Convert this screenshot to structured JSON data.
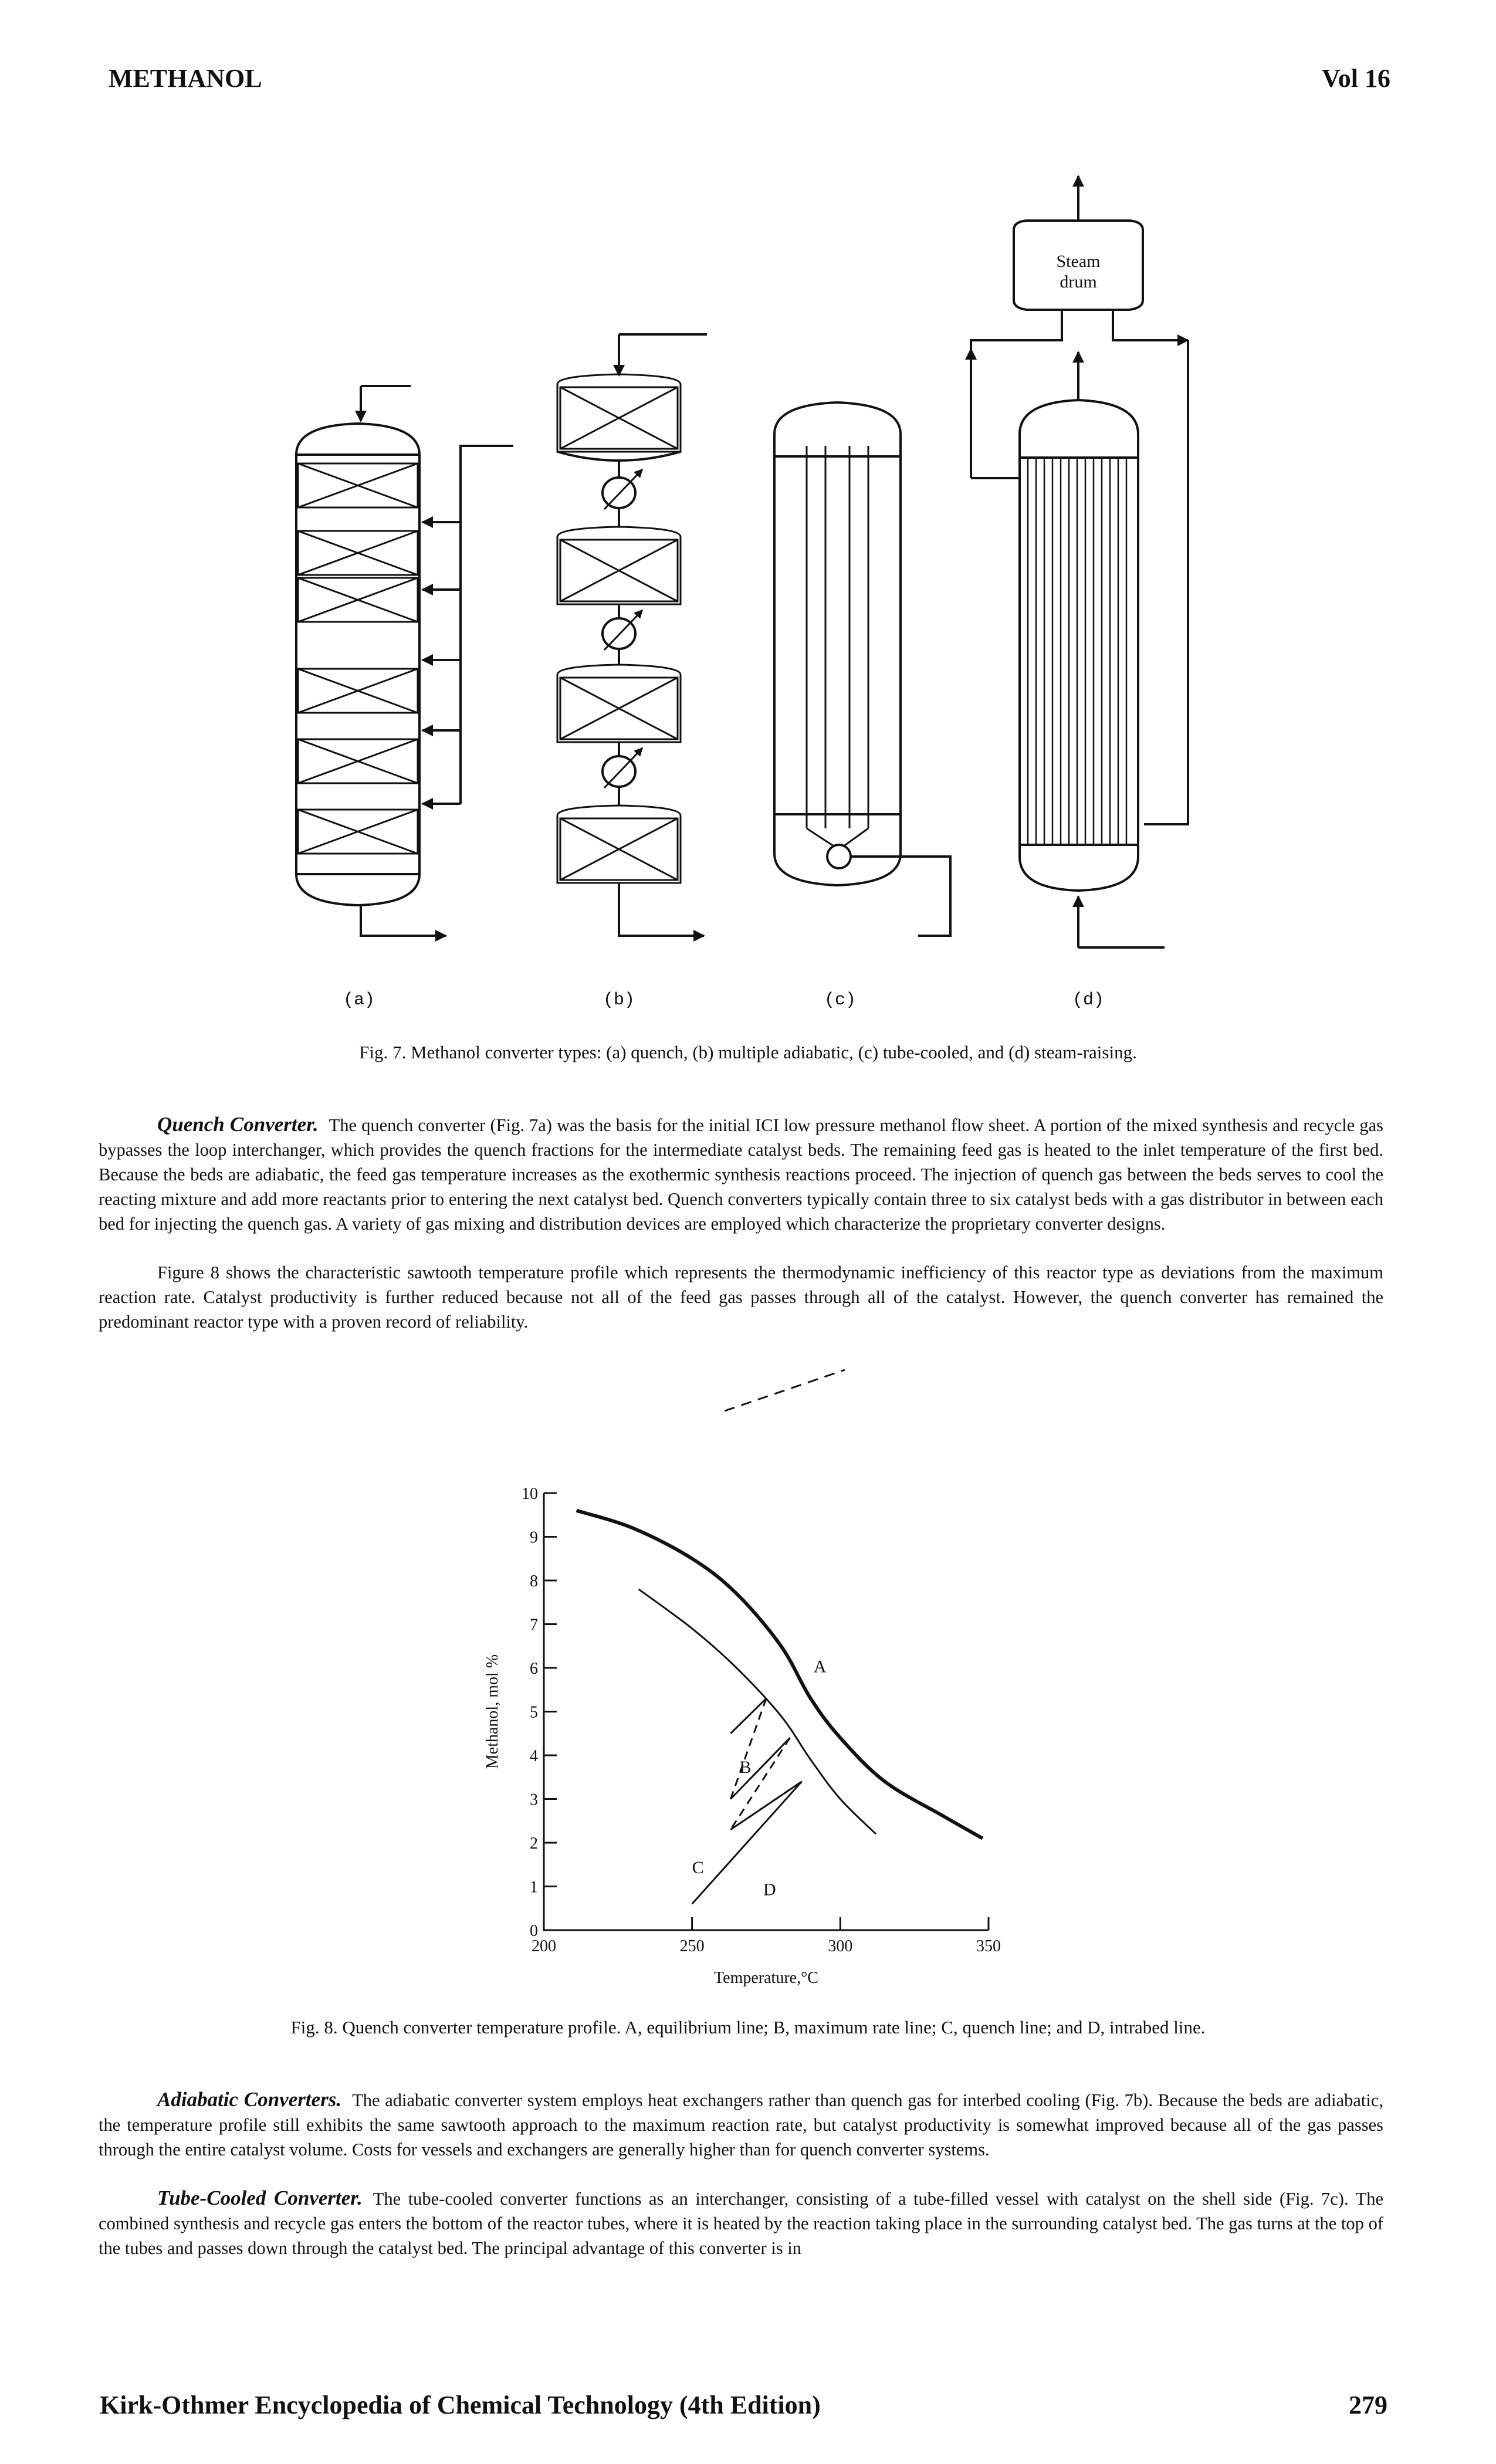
{
  "header": {
    "left": "METHANOL",
    "right": "Vol 16"
  },
  "figure7": {
    "labels": [
      "(a)",
      "(b)",
      "(c)",
      "(d)"
    ],
    "steam_drum": [
      "Steam",
      "drum"
    ],
    "caption": "Fig. 7. Methanol converter types: (a) quench, (b) multiple adiabatic, (c) tube-cooled, and (d) steam-raising."
  },
  "quench": {
    "runin": "Quench Converter.",
    "p1": "The quench converter (Fig. 7a) was the basis for the initial ICI low pressure methanol flow sheet. A portion of the mixed synthesis and recycle gas bypasses the loop interchanger, which provides the quench fractions for the intermediate catalyst beds. The remaining feed gas is heated to the inlet temperature of the first bed. Because the beds are adiabatic, the feed gas temperature increases as the exothermic synthesis reactions proceed. The injection of quench gas between the beds serves to cool the reacting mixture and add more reactants prior to entering the next catalyst bed. Quench converters typically contain three to six catalyst beds with a gas distributor in between each bed for injecting the quench gas. A variety of gas mixing and distribution devices are employed which characterize the proprietary converter designs.",
    "p2": "Figure 8 shows the characteristic sawtooth temperature profile which represents the thermodynamic inefficiency of this reactor type as deviations from the maximum reaction rate. Catalyst productivity is further reduced because not all of the feed gas passes through all of the catalyst. However, the quench converter has remained the predominant reactor type with a proven record of reliability."
  },
  "chart_data": {
    "type": "line",
    "xlabel": "Temperature,°C",
    "ylabel": "Methanol, mol %",
    "xlim": [
      200,
      350
    ],
    "ylim": [
      0,
      10
    ],
    "x_ticks": [
      200,
      250,
      300,
      350
    ],
    "y_ticks": [
      0,
      1,
      2,
      3,
      4,
      5,
      6,
      7,
      8,
      9,
      10
    ],
    "series": [
      {
        "name": "A",
        "x": [
          211,
          230,
          250,
          265,
          280,
          290,
          300,
          315,
          335,
          348
        ],
        "y": [
          9.6,
          9.2,
          8.5,
          7.7,
          6.5,
          5.3,
          4.4,
          3.4,
          2.6,
          2.1
        ]
      },
      {
        "name": "B",
        "x": [
          232,
          250,
          265,
          280,
          290,
          300,
          312
        ],
        "y": [
          7.8,
          6.9,
          6.0,
          4.9,
          3.9,
          3.0,
          2.2
        ]
      },
      {
        "name": "C",
        "x": [
          263,
          275,
          263,
          283,
          263,
          287
        ],
        "y": [
          4.5,
          5.3,
          3.0,
          4.4,
          2.3,
          3.4
        ]
      },
      {
        "name": "D",
        "x": [
          250,
          287
        ],
        "y": [
          0.6,
          3.4
        ]
      }
    ],
    "annotations": [
      "A",
      "B",
      "C",
      "D"
    ],
    "caption": "Fig. 8. Quench converter temperature profile. A, equilibrium line; B, maximum rate line; C, quench line; and D, intrabed line."
  },
  "adiabatic": {
    "runin": "Adiabatic Converters.",
    "text": "The adiabatic converter system employs heat exchangers rather than quench gas for interbed cooling (Fig. 7b). Because the beds are adiabatic, the temperature profile still exhibits the same sawtooth approach to the maximum reaction rate, but catalyst productivity is somewhat improved because all of the gas passes through the entire catalyst volume. Costs for vessels and exchangers are generally higher than for quench converter systems."
  },
  "tubecooled": {
    "runin": "Tube-Cooled Converter.",
    "text": "The tube-cooled converter functions as an interchanger, consisting of a tube-filled vessel with catalyst on the shell side (Fig. 7c). The combined synthesis and recycle gas enters the bottom of the reactor tubes, where it is heated by the reaction taking place in the surrounding catalyst bed. The gas turns at the top of the tubes and passes down through the catalyst bed. The principal advantage of this converter is in"
  },
  "footer": {
    "left": "Kirk-Othmer Encyclopedia of Chemical Technology (4th Edition)",
    "right": "279"
  }
}
